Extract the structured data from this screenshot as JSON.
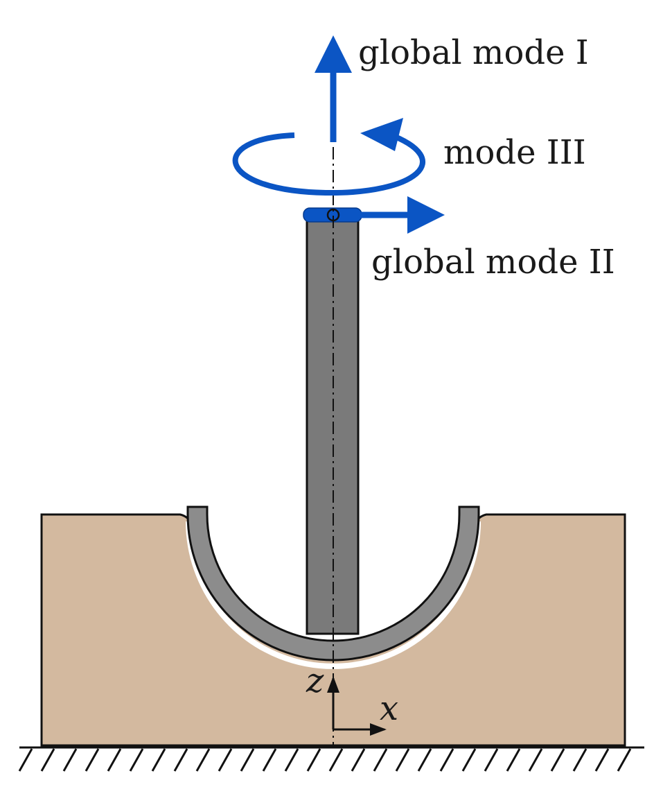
{
  "labels": {
    "mode_1": "global mode I",
    "mode_3": "mode III",
    "mode_2": "global mode II",
    "axis_x": "x",
    "axis_z": "z"
  },
  "colors": {
    "arrow_blue": "#0b55c4",
    "soil": "#d3b99f",
    "pile": "#7a7a7a",
    "bucket": "#8c8c8c",
    "outline": "#111111"
  }
}
